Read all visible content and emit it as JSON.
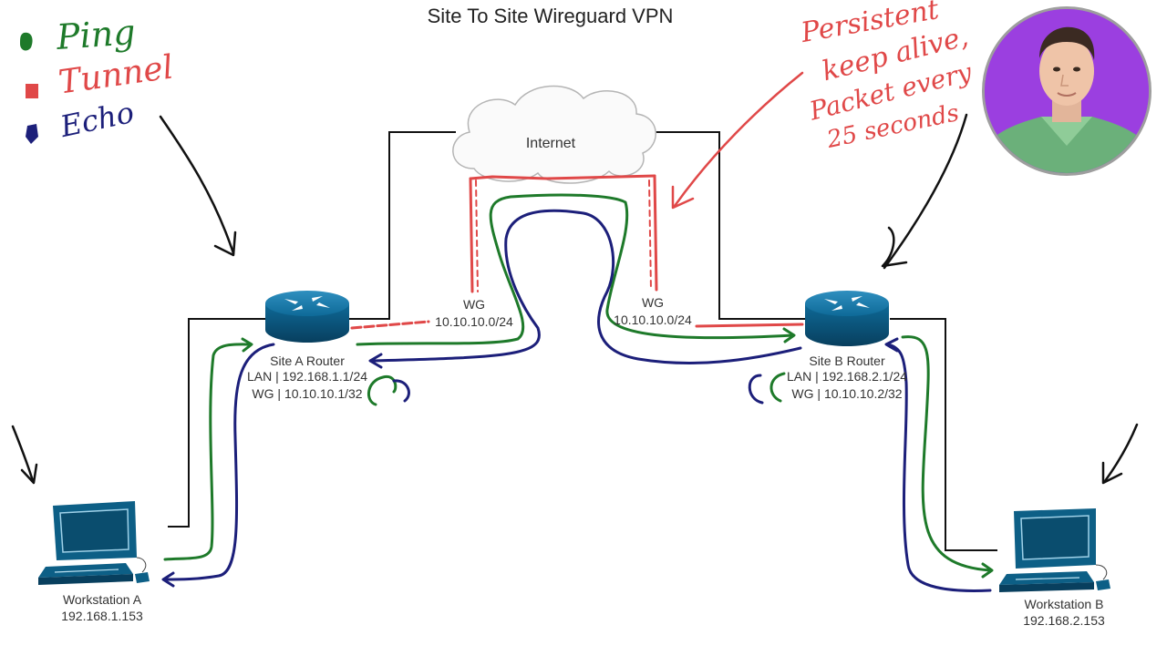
{
  "title": "Site To Site Wireguard VPN",
  "legend": {
    "ping": {
      "label": "Ping",
      "color": "#1e7a2a"
    },
    "tunnel": {
      "label": "Tunnel",
      "color": "#e04848"
    },
    "echo": {
      "label": "Echo",
      "color": "#1c1f7a"
    }
  },
  "note": {
    "lines": [
      "Persistent",
      "keep alive,",
      "Packet every",
      "25 seconds"
    ],
    "color": "#e04848"
  },
  "cloud_label": "Internet",
  "wg_left": {
    "name": "WG",
    "subnet": "10.10.10.0/24"
  },
  "wg_right": {
    "name": "WG",
    "subnet": "10.10.10.0/24"
  },
  "router_a": {
    "name": "Site A Router",
    "lan": "LAN | 192.168.1.1/24",
    "wg": "WG | 10.10.10.1/32"
  },
  "router_b": {
    "name": "Site B Router",
    "lan": "LAN | 192.168.2.1/24",
    "wg": "WG | 10.10.10.2/32"
  },
  "workstation_a": {
    "name": "Workstation A",
    "ip": "192.168.1.153"
  },
  "workstation_b": {
    "name": "Workstation B",
    "ip": "192.168.2.153"
  },
  "device_color": "#0d5f86"
}
